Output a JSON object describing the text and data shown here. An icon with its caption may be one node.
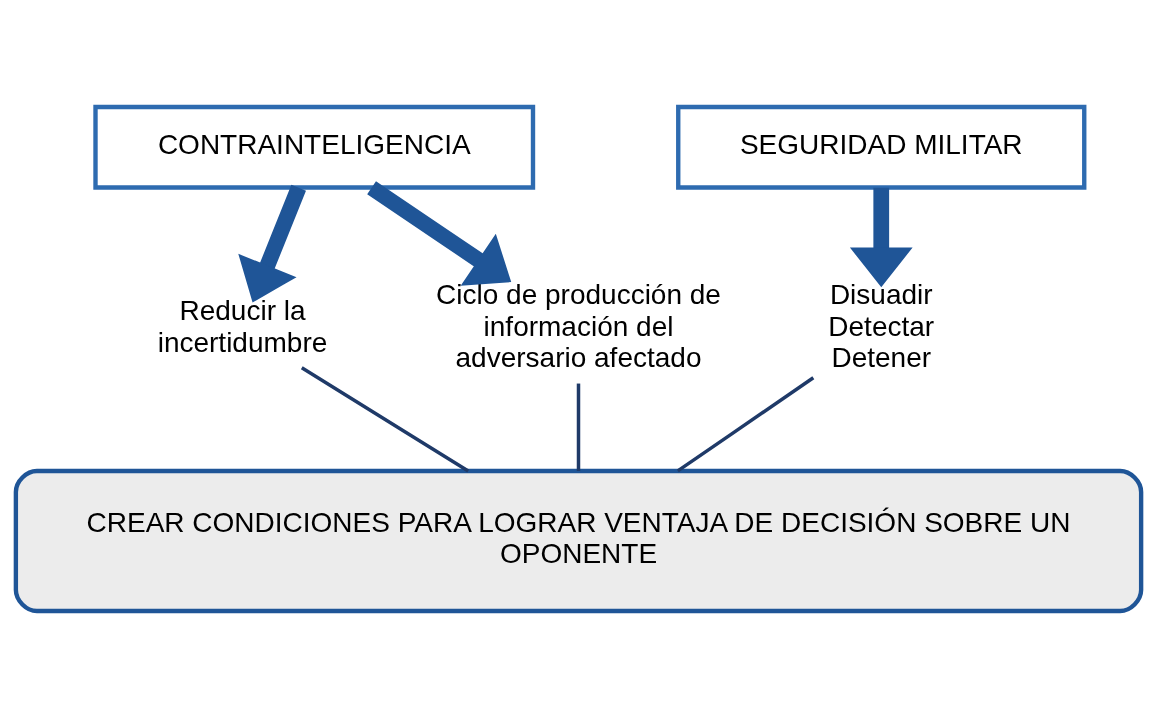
{
  "diagram": {
    "nodes": [
      {
        "text": [
          "CONTRAINTELIGENCIA"
        ]
      },
      {
        "text": [
          "SEGURIDAD MILITAR"
        ]
      },
      {
        "text": [
          "Reducir la incertidumbre"
        ]
      },
      {
        "text": [
          "Ciclo de producción de información del adversario afectado"
        ]
      },
      {
        "text": [
          "Disuadir Detectar Detener"
        ]
      },
      {
        "text": [
          "CREAR CONDICIONES PARA LOGRAR VENTAJA DE DECISIÓN SOBRE UN OPONENTE"
        ]
      }
    ],
    "edges": [
      {
        "from": 0,
        "to": 2,
        "arrow": "to",
        "style": "thick",
        "color": "#1f5597"
      },
      {
        "from": 0,
        "to": 3,
        "arrow": "to",
        "style": "thick",
        "color": "#1f5597"
      },
      {
        "from": 1,
        "to": 4,
        "arrow": "to",
        "style": "thick",
        "color": "#1f5597"
      },
      {
        "from": 2,
        "to": 5,
        "arrow": "none"
      },
      {
        "from": 3,
        "to": 5,
        "arrow": "none"
      },
      {
        "from": 4,
        "to": 5,
        "arrow": "none"
      }
    ]
  }
}
